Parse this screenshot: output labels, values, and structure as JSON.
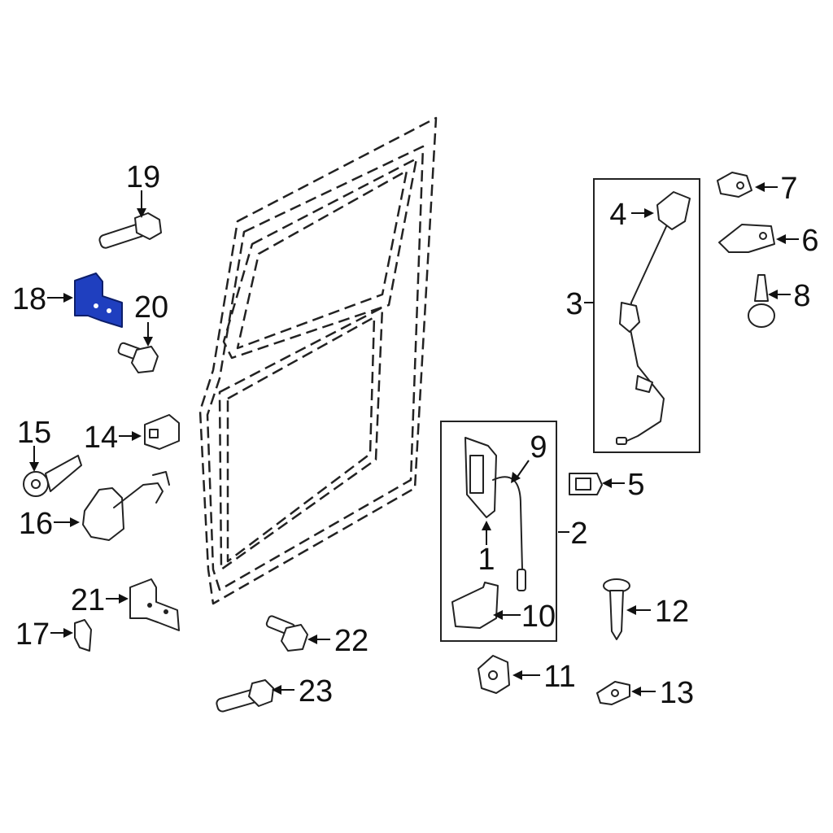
{
  "diagram": {
    "highlight_color": "#1f3fbf",
    "line_color": "#222222",
    "callouts": [
      "1",
      "2",
      "3",
      "4",
      "5",
      "6",
      "7",
      "8",
      "9",
      "10",
      "11",
      "12",
      "13",
      "14",
      "15",
      "16",
      "17",
      "18",
      "19",
      "20",
      "21",
      "22",
      "23"
    ]
  }
}
